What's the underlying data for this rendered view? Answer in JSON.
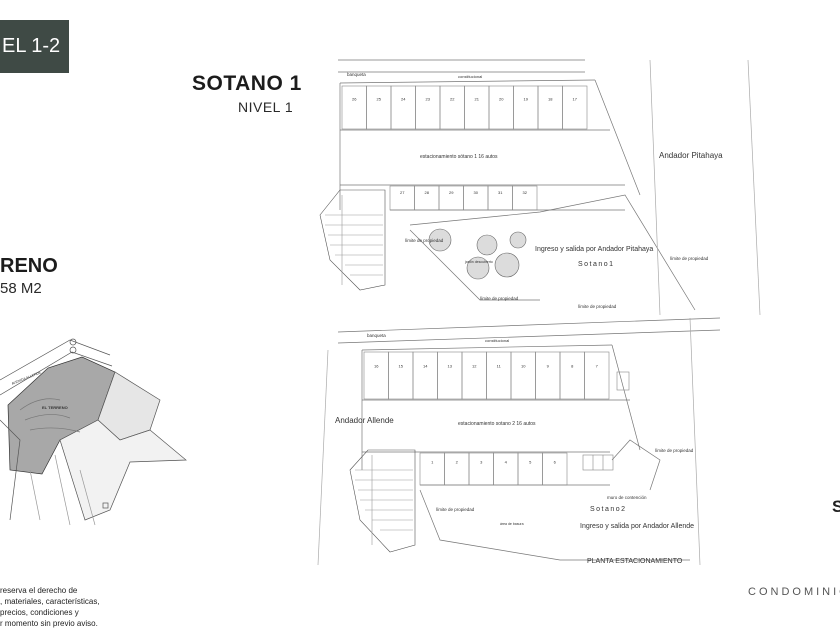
{
  "header": {
    "level_badge": "EL 1-2"
  },
  "sotano": {
    "title": "SOTANO 1",
    "subtitle": "NIVEL 1"
  },
  "terrain": {
    "title": "RENO",
    "area": "58 M2",
    "lot_label": "EL TERRENO",
    "street_label": "AVENIDA ALLENDE"
  },
  "plan_upper": {
    "banqueta": "banqueta",
    "constitucional": "constitucional",
    "top_stalls": [
      "26",
      "25",
      "24",
      "23",
      "22",
      "21",
      "20",
      "19",
      "18",
      "17"
    ],
    "bottom_stalls": [
      "27",
      "28",
      "29",
      "30",
      "31",
      "32"
    ],
    "parking_label": "estacionamiento sótano 1 16 autos",
    "andador": "Andador Pitahaya",
    "ingress": "Ingreso y salida por Andador Pitahaya",
    "sotano_label": "Sotano1",
    "limite_1": "límite de propiedad",
    "limite_2": "límite de propiedad",
    "limite_3": "límite de propiedad",
    "limite_4": "límite de propiedad",
    "garden": "jardín descubierto"
  },
  "plan_lower": {
    "banqueta": "banqueta",
    "constitucional": "constitucional",
    "top_stalls": [
      "16",
      "15",
      "14",
      "13",
      "12",
      "11",
      "10",
      "9",
      "8",
      "7"
    ],
    "bottom_stalls": [
      "1",
      "2",
      "3",
      "4",
      "5",
      "6"
    ],
    "parking_label": "estacionamiento sotano 2 16 autos",
    "andador": "Andador Allende",
    "ingress": "Ingreso y salida por Andador Allende",
    "sotano_label": "Sotano2",
    "muro": "muro de contención",
    "limite_1": "límite de propiedad",
    "limite_2": "límite de propiedad",
    "area_basura": "área de basura",
    "plan_title": "PLANTA ESTACIONAMIENTO"
  },
  "disclaimer": {
    "line1": "reserva el derecho de",
    "line2": ", materiales, características,",
    "line3": "precios, condiciones y",
    "line4": "r momento sin previo aviso."
  },
  "footer": {
    "brand": "CONDOMINIOS",
    "edge_letter": "S"
  },
  "colors": {
    "badge_bg": "#3f4a45",
    "line": "#777777",
    "hatch": "#9a9a9a"
  }
}
